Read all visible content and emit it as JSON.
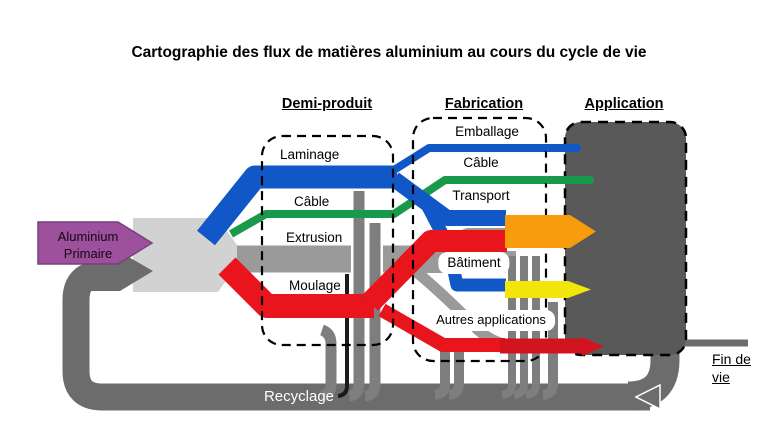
{
  "title": "Cartographie des flux de matières aluminium au cours du cycle de vie",
  "stages": {
    "demi_produit": "Demi-produit",
    "fabrication": "Fabrication",
    "application": "Application"
  },
  "source_node": {
    "line1": "Aluminium",
    "line2": "Primaire"
  },
  "demi_produit_items": {
    "laminage": "Laminage",
    "cable": "Câble",
    "extrusion": "Extrusion",
    "moulage": "Moulage"
  },
  "fabrication_items": {
    "emballage": "Emballage",
    "cable": "Câble",
    "transport": "Transport",
    "batiment": "Bâtiment",
    "autres": "Autres applications"
  },
  "recycle": {
    "label": "Recyclage"
  },
  "end_of_life": {
    "line1": "Fin de",
    "line2": "vie"
  },
  "colors": {
    "blue": "#1257c8",
    "green": "#189a4a",
    "red": "#e8151d",
    "dark_red": "#d21420",
    "orange": "#f89c0e",
    "yellow": "#f2e50c",
    "purple": "#9d509c",
    "light_gray": "#d2d2d2",
    "mid_gray": "#9a9a9a",
    "strip_gray": "#7e7e7e",
    "dark_gray": "#6c6c6c",
    "app_gray": "#595959",
    "black": "#1a1a1a"
  },
  "flows": [
    {
      "from": "Aluminium Primaire",
      "to": "Demi-produit",
      "color": "light_gray"
    },
    {
      "from": "Recyclage",
      "to": "Demi-produit",
      "color": "dark_gray"
    },
    {
      "from": "Demi-produit (Laminage)",
      "to": "Emballage / Transport / Bâtiment",
      "color": "blue"
    },
    {
      "from": "Demi-produit (Câble)",
      "to": "Câble",
      "color": "green"
    },
    {
      "from": "Demi-produit (Extrusion)",
      "to": "Transport / Bâtiment / Autres applications / Recyclage",
      "color": "mid_gray"
    },
    {
      "from": "Demi-produit (Moulage)",
      "to": "Transport / Autres applications",
      "color": "red"
    },
    {
      "from": "Fabrication",
      "to": "Application",
      "color": "orange"
    },
    {
      "from": "Fabrication",
      "to": "Application",
      "color": "yellow"
    },
    {
      "from": "Fabrication",
      "to": "Application",
      "color": "dark_red"
    },
    {
      "from": "Application",
      "to": "Fin de vie",
      "color": "dark_gray"
    },
    {
      "from": "Application",
      "to": "Recyclage",
      "color": "dark_gray"
    }
  ]
}
